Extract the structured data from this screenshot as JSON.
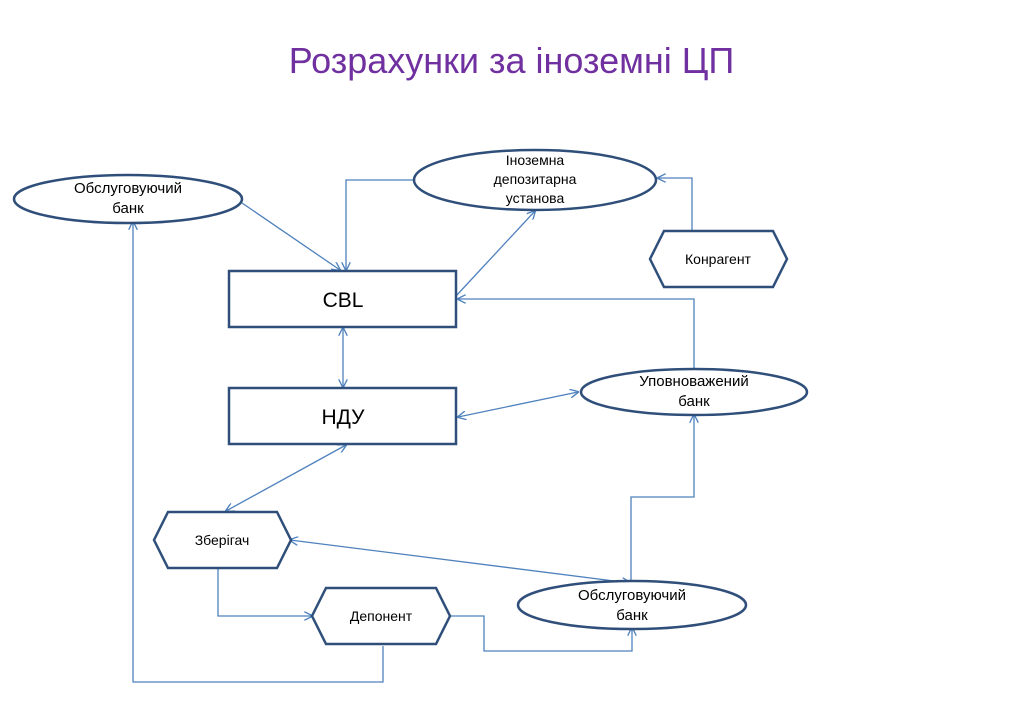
{
  "title": "Розрахунки за іноземні ЦП",
  "colors": {
    "title": "#7030a0",
    "shape_stroke": "#2f4f7a",
    "connector": "#4f81bd"
  },
  "nodes": {
    "servicing_bank_top": {
      "line1": "Обслуговуючий",
      "line2": "банк"
    },
    "foreign_depository": {
      "line1": "Іноземна",
      "line2": "депозитарна",
      "line3": "установа"
    },
    "counteragent": {
      "label": "Конрагент"
    },
    "cbl": {
      "label": "CBL"
    },
    "ndu": {
      "label": "НДУ"
    },
    "authorized_bank": {
      "line1": "Уповноважений",
      "line2": "банк"
    },
    "custodian": {
      "label": "Зберігач"
    },
    "depositor": {
      "label": "Депонент"
    },
    "servicing_bank_bottom": {
      "line1": "Обслуговуючий",
      "line2": "банк"
    }
  }
}
